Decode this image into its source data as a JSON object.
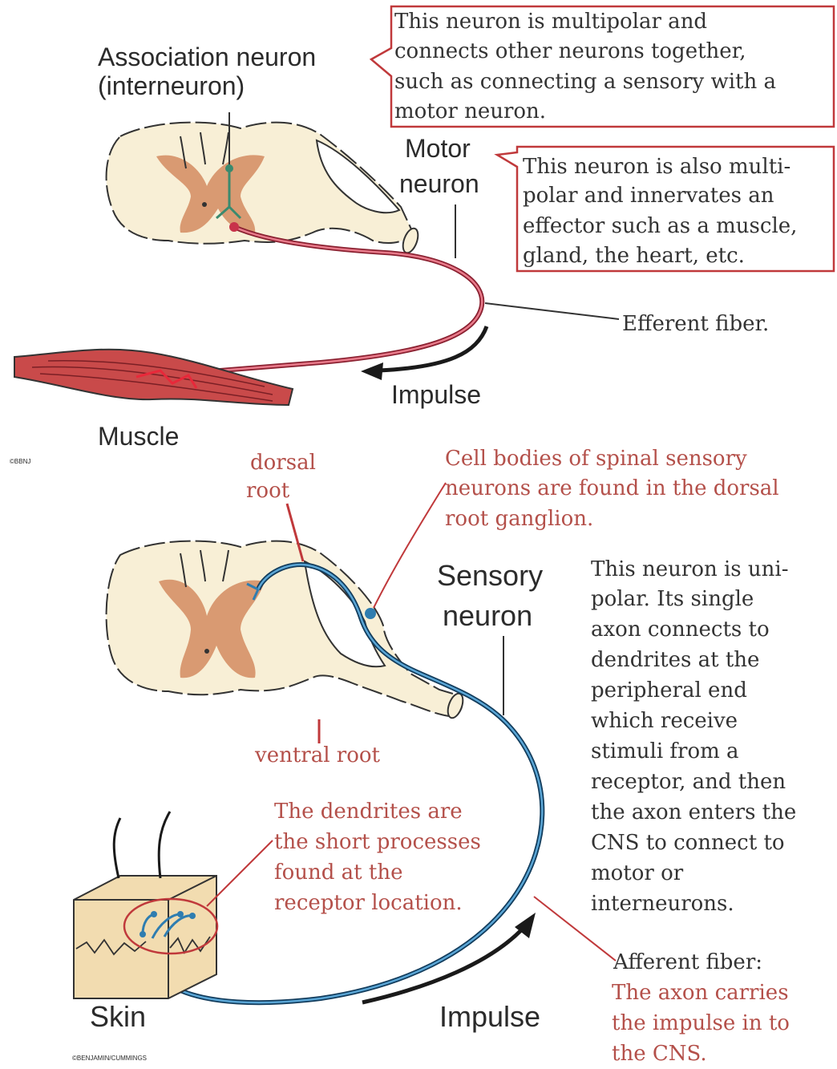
{
  "upper": {
    "association_label": [
      "Association neuron",
      "(interneuron)"
    ],
    "association_note": [
      "This neuron is multipolar and",
      "connects other neurons together,",
      "such as connecting a sensory with a",
      "motor neuron."
    ],
    "motor_label": [
      "Motor",
      "neuron"
    ],
    "motor_note": [
      "This neuron is also multi-",
      "polar and innervates an",
      "effector such as a muscle,",
      "gland, the heart, etc."
    ],
    "efferent_label": "Efferent fiber.",
    "impulse_label": "Impulse",
    "muscle_label": "Muscle",
    "credit": "©BBNJ"
  },
  "lower": {
    "dorsal_root_label": [
      "dorsal",
      "root"
    ],
    "cell_bodies_note": [
      "Cell bodies of spinal sensory",
      "neurons are found in the dorsal",
      "root ganglion."
    ],
    "sensory_label": [
      "Sensory",
      "neuron"
    ],
    "sensory_note": [
      "This neuron is uni-",
      "polar.  Its single",
      "axon connects to",
      "dendrites at the",
      "peripheral end",
      "which receive",
      "stimuli from a",
      "receptor, and then",
      "the axon enters the",
      "CNS to connect to",
      "motor or",
      "interneurons."
    ],
    "ventral_root_label": "ventral root",
    "dendrites_note": [
      "The dendrites are",
      "the short processes",
      "found at the",
      "receptor location."
    ],
    "afferent_title": "Afferent fiber:",
    "afferent_note": [
      "The axon carries",
      "the impulse in to",
      "the CNS."
    ],
    "skin_label": "Skin",
    "impulse_label": "Impulse",
    "credit": "©BENJAMIN/CUMMINGS"
  },
  "colors": {
    "note_border": "#c0393b",
    "annotation_red": "#b4504a",
    "cord_fill": "#f8efd6",
    "grey_matter": "#d99a72",
    "motor_axon": "#c8324a",
    "sensory_axon": "#2f7db0",
    "interneuron": "#3a8a6e",
    "muscle_fill": "#c94a4a"
  }
}
